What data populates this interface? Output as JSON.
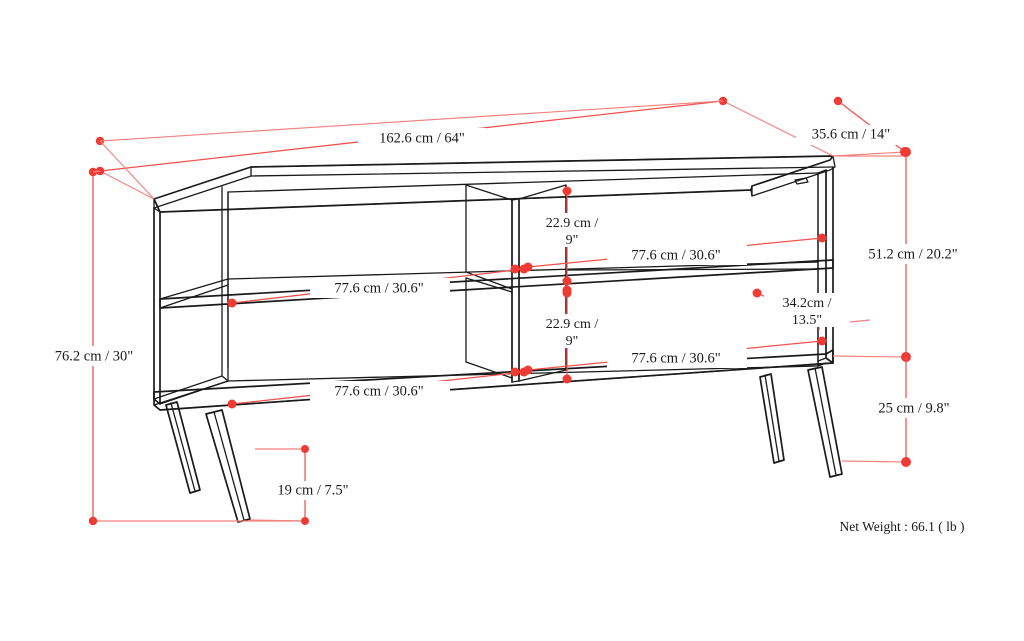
{
  "document": {
    "type": "furniture-dimension-drawing",
    "subject": "Mid-century modern TV stand / media console with open shelving and splayed legs",
    "background_color": "#ffffff",
    "line_color": "#1a1a1a",
    "dimension_color": "#ef3b33"
  },
  "dimensions": {
    "overall_width": {
      "label": "162.6 cm / 64\"",
      "metric": "162.6 cm",
      "imperial": "64\"",
      "position": "top",
      "orientation": "horizontal"
    },
    "overall_depth": {
      "label": "35.6 cm / 14\"",
      "metric": "35.6 cm",
      "imperial": "14\"",
      "position": "top-right",
      "orientation": "diagonal"
    },
    "overall_height": {
      "label": "76.2 cm / 30\"",
      "metric": "76.2 cm",
      "imperial": "30\"",
      "position": "left",
      "orientation": "vertical"
    },
    "cabinet_body_height": {
      "label": "51.2 cm / 20.2\"",
      "metric": "51.2 cm",
      "imperial": "20.2\"",
      "position": "right-upper",
      "orientation": "vertical"
    },
    "leg_height": {
      "label": "25 cm / 9.8\"",
      "metric": "25 cm",
      "imperial": "9.8\"",
      "position": "right-lower",
      "orientation": "vertical"
    },
    "leg_splay": {
      "label": "19 cm / 7.5\"",
      "metric": "19 cm",
      "imperial": "7.5\"",
      "position": "bottom-left",
      "orientation": "vertical"
    },
    "side_compartment_depth": {
      "label_line1": "34.2cm /",
      "label_line2": "13.5\"",
      "metric": "34.2 cm",
      "imperial": "13.5\"",
      "position": "right-interior",
      "orientation": "vertical"
    },
    "shelf_openings": [
      {
        "id": "upper-left-shelf-width",
        "label": "77.6 cm / 30.6\"",
        "metric": "77.6 cm",
        "imperial": "30.6\"",
        "position": "upper-left"
      },
      {
        "id": "upper-right-shelf-width",
        "label": "77.6 cm / 30.6\"",
        "metric": "77.6 cm",
        "imperial": "30.6\"",
        "position": "upper-right"
      },
      {
        "id": "lower-left-shelf-width",
        "label": "77.6 cm / 30.6\"",
        "metric": "77.6 cm",
        "imperial": "30.6\"",
        "position": "lower-left"
      },
      {
        "id": "lower-right-shelf-width",
        "label": "77.6 cm / 30.6\"",
        "metric": "77.6 cm",
        "imperial": "30.6\"",
        "position": "lower-right"
      }
    ],
    "shelf_heights": [
      {
        "id": "upper-shelf-height",
        "label_line1": "22.9 cm /",
        "label_line2": "9\"",
        "metric": "22.9 cm",
        "imperial": "9\"",
        "position": "upper-center"
      },
      {
        "id": "lower-shelf-height",
        "label_line1": "22.9 cm /",
        "label_line2": "9\"",
        "metric": "22.9 cm",
        "imperial": "9\"",
        "position": "lower-center"
      }
    ]
  },
  "footer": {
    "net_weight": "Net Weight : 66.1 ( lb )",
    "weight_value": "66.1",
    "weight_unit": "lb"
  }
}
